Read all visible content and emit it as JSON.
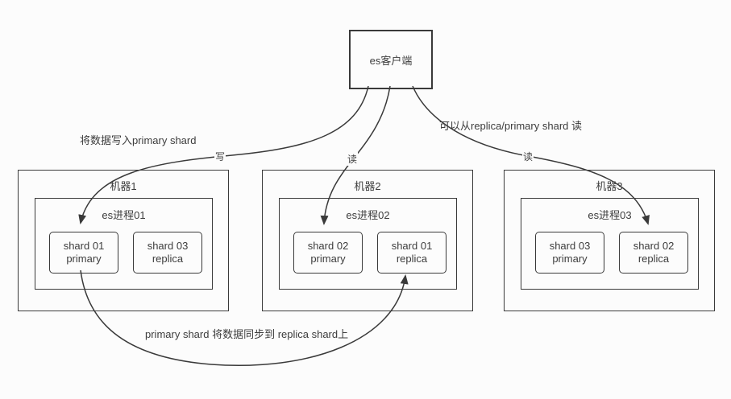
{
  "diagram": {
    "client": {
      "label": "es客户端"
    },
    "machines": [
      {
        "label": "机器1",
        "process": "es进程01",
        "shards": [
          {
            "line1": "shard 01",
            "line2": "primary"
          },
          {
            "line1": "shard 03",
            "line2": "replica"
          }
        ]
      },
      {
        "label": "机器2",
        "process": "es进程02",
        "shards": [
          {
            "line1": "shard 02",
            "line2": "primary"
          },
          {
            "line1": "shard 01",
            "line2": "replica"
          }
        ]
      },
      {
        "label": "机器3",
        "process": "es进程03",
        "shards": [
          {
            "line1": "shard 03",
            "line2": "primary"
          },
          {
            "line1": "shard 02",
            "line2": "replica"
          }
        ]
      }
    ],
    "annotations": {
      "write_note": "将数据写入primary shard",
      "read_note": "可以从replica/primary shard 读",
      "sync_note": "primary shard 将数据同步到 replica shard上",
      "write_edge": "写",
      "read_edge_m2": "读",
      "read_edge_m3": "读"
    },
    "colors": {
      "line": "#3a3a3a",
      "text": "#3d3d3d",
      "background": "#fcfcfc"
    }
  }
}
